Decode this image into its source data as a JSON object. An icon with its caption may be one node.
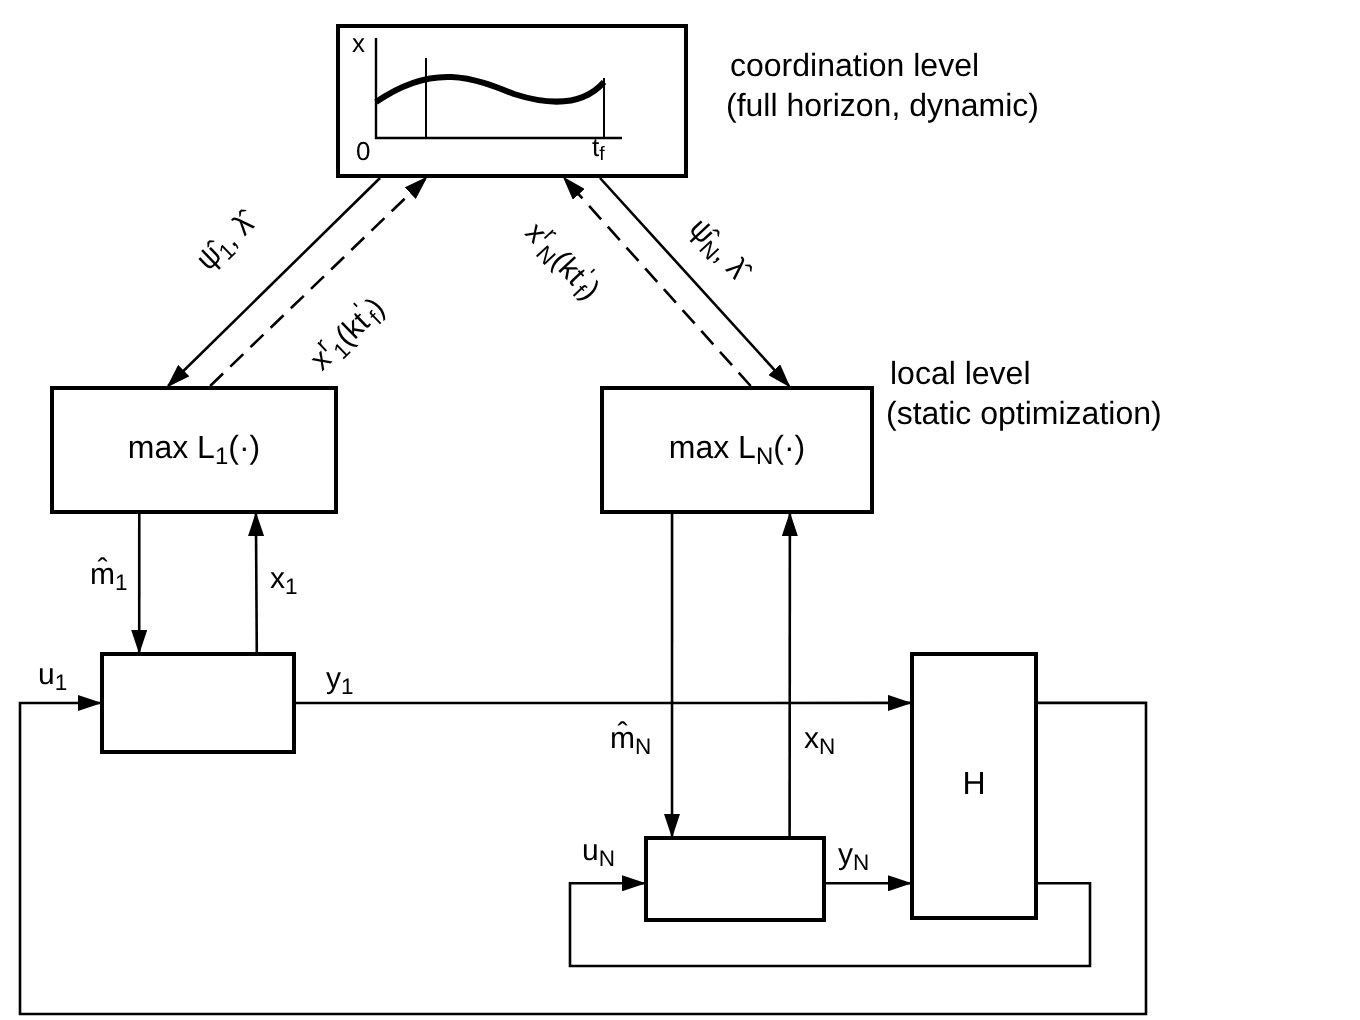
{
  "diagram": {
    "nodes": [
      {
        "text": [
          "x",
          "0",
          "t$_{f}$"
        ],
        "beside": [
          "coordination level",
          "(full horizon, dynamic)"
        ]
      },
      {
        "text": [
          "max L$_{1}$(·)"
        ]
      },
      {
        "text": [
          "max L$_{N}$(·)"
        ],
        "beside": [
          "local level",
          "(static optimization)"
        ]
      },
      {
        "text": [],
        "shape": "box"
      },
      {
        "text": [],
        "shape": "box"
      },
      {
        "text": [
          "H"
        ]
      }
    ],
    "edges": [
      {
        "from": 0,
        "to": 1,
        "arrow": "to",
        "label": "ψ̂$_{1}$, λ̂"
      },
      {
        "from": 1,
        "to": 0,
        "arrow": "to",
        "style": "dashed",
        "label": "x$^{r}$$_{1}$(kt$^{'}$$_{f}$)"
      },
      {
        "from": 0,
        "to": 2,
        "arrow": "to",
        "label": "ψ̂$_{N}$, λ̂"
      },
      {
        "from": 2,
        "to": 0,
        "arrow": "to",
        "style": "dashed",
        "label": "x$^{r}$$_{N}$(kt$^{'}$$_{f}$)"
      },
      {
        "from": 1,
        "to": 3,
        "arrow": "to",
        "label": "m̂$_{1}$"
      },
      {
        "from": 3,
        "to": 1,
        "arrow": "to",
        "label": "x$_{1}$"
      },
      {
        "from": 3,
        "to": 5,
        "arrow": "to",
        "label": "y$_{1}$"
      },
      {
        "from": 2,
        "to": 4,
        "arrow": "to",
        "label": "m̂$_{N}$"
      },
      {
        "from": 4,
        "to": 2,
        "arrow": "to",
        "label": "x$_{N}$"
      },
      {
        "from": 4,
        "to": 5,
        "arrow": "to",
        "label": "y$_{N}$"
      },
      {
        "from": 5,
        "to": 3,
        "arrow": "to",
        "label": "u$_{1}$"
      },
      {
        "from": 5,
        "to": 4,
        "arrow": "to",
        "label": "u$_{N}$"
      }
    ]
  }
}
